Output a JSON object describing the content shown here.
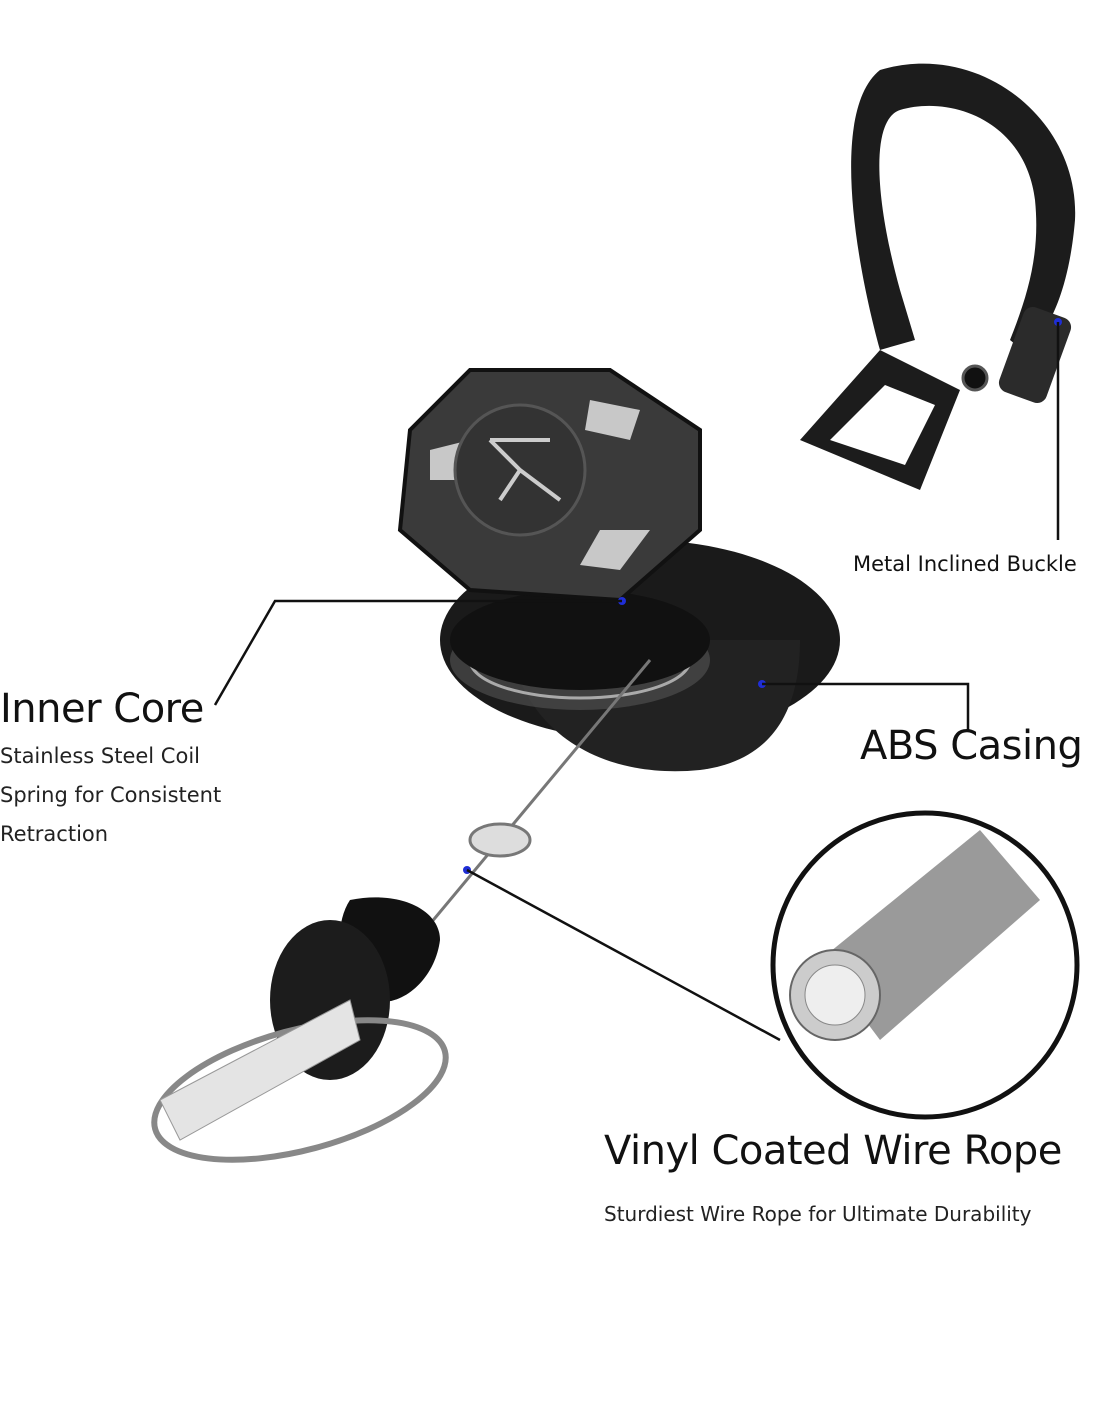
{
  "callouts": {
    "buckle": {
      "title": "Metal Inclined Buckle"
    },
    "inner_core": {
      "title": "Inner Core",
      "lines": [
        "Stainless Steel Coil",
        "Spring for Consistent",
        "Retraction"
      ]
    },
    "abs_casing": {
      "title": "ABS Casing"
    },
    "wire_rope": {
      "title": "Vinyl Coated Wire Rope",
      "subtitle": "Sturdiest Wire Rope for Ultimate Durability"
    }
  },
  "colors": {
    "pointer_dot": "#1f2ed6",
    "body": "#2a2a2a",
    "accent": "#c8c8c8"
  }
}
